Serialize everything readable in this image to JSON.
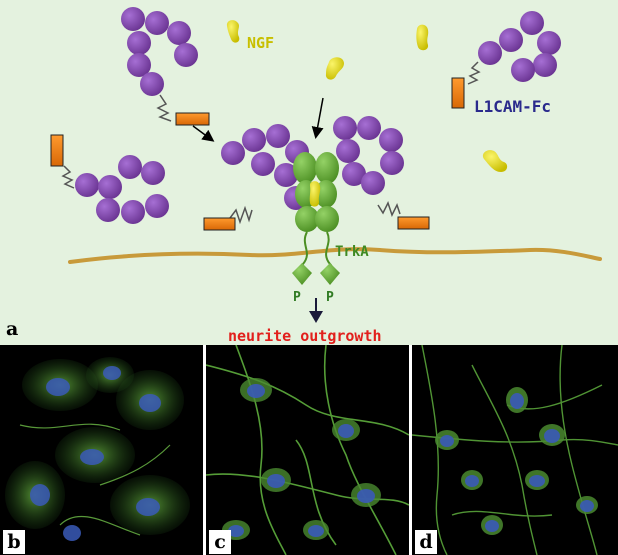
{
  "labels": {
    "ngf": "NGF",
    "l1cam": "L1CAM-Fc",
    "trka": "TrkA",
    "phospho": "P",
    "outgrowth": "neurite outgrowth"
  },
  "panel_letters": {
    "a": "a",
    "b": "b",
    "c": "c",
    "d": "d"
  },
  "colors": {
    "background": "#e4f2df",
    "ig_domain": "#8a4fb8",
    "fc_tag": "#f07d12",
    "ngf": "#e8e020",
    "trka": "#6fb33a",
    "membrane": "#c89a3a",
    "outgrowth_text": "#e2201c"
  }
}
